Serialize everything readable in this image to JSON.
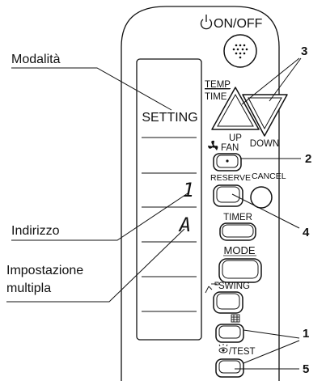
{
  "callouts": {
    "mode": "Modalità",
    "address": "Indirizzo",
    "multiple_line1": "Impostazione",
    "multiple_line2": "multipla"
  },
  "display": {
    "setting": "SETTING",
    "address_digit": "1",
    "multiple_digit": "A"
  },
  "buttons": {
    "onoff": "ON/OFF",
    "temp": "TEMP",
    "time": "TIME",
    "up": "UP",
    "down": "DOWN",
    "fan": "FAN",
    "reserve": "RESERVE",
    "cancel": "CANCEL",
    "timer": "TIMER",
    "mode": "MODE",
    "swing": "SWING",
    "test": "/TEST"
  },
  "numbers": {
    "n1": "1",
    "n2": "2",
    "n3": "3",
    "n4": "4",
    "n5": "5"
  }
}
